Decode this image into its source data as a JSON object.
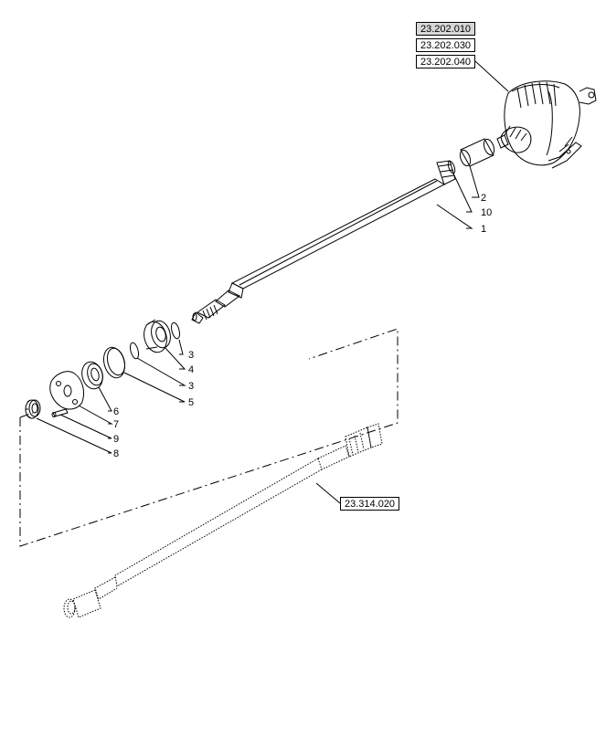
{
  "references": [
    {
      "id": "ref-23-202-010",
      "label": "23.202.010"
    },
    {
      "id": "ref-23-202-030",
      "label": "23.202.030"
    },
    {
      "id": "ref-23-202-040",
      "label": "23.202.040"
    },
    {
      "id": "ref-23-314-020",
      "label": "23.314.020"
    }
  ],
  "callouts": [
    {
      "label": "2"
    },
    {
      "label": "10"
    },
    {
      "label": "1"
    },
    {
      "label": "3"
    },
    {
      "label": "4"
    },
    {
      "label": "3"
    },
    {
      "label": "5"
    },
    {
      "label": "6"
    },
    {
      "label": "7"
    },
    {
      "label": "9"
    },
    {
      "label": "8"
    }
  ]
}
